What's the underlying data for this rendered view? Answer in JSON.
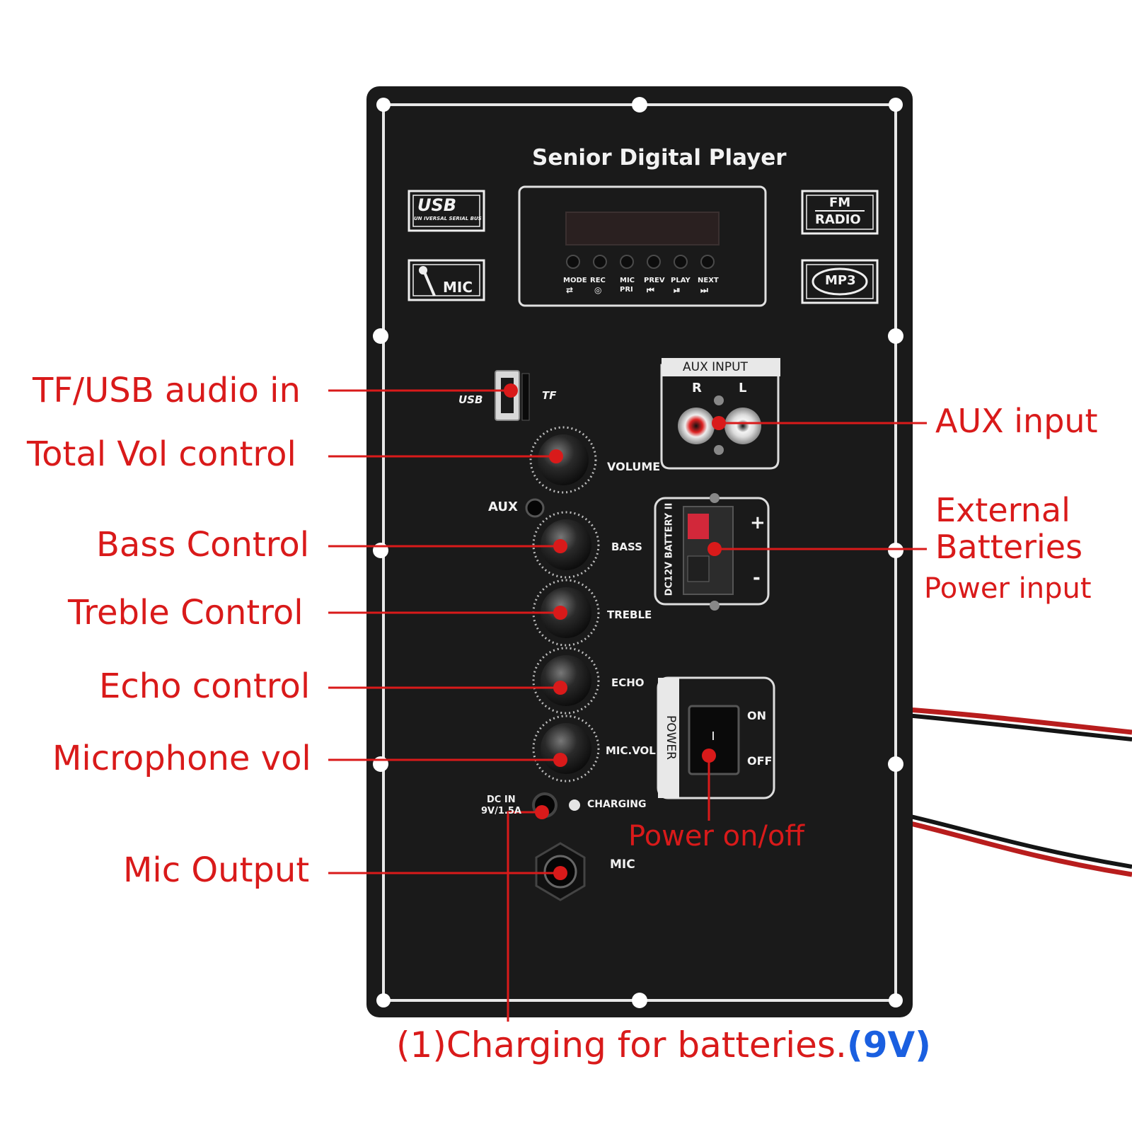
{
  "panel": {
    "title": "Senior Digital Player",
    "badges": {
      "usb_main": "USB",
      "usb_sub": "UN IVERSAL SERIAL BUS",
      "mic": "MIC",
      "fm": "FM",
      "radio": "RADIO",
      "mp3": "MP3"
    },
    "display_buttons": [
      {
        "label": "MODE",
        "symbol": "⇄"
      },
      {
        "label": "REC",
        "symbol": "◎"
      },
      {
        "label": "MIC",
        "symbol": "PRI"
      },
      {
        "label": "PREV",
        "symbol": "⏮"
      },
      {
        "label": "PLAY",
        "symbol": "⏯"
      },
      {
        "label": "NEXT",
        "symbol": "⏭"
      }
    ],
    "port_labels": {
      "usb": "USB",
      "tf": "TF",
      "aux_input": "AUX INPUT",
      "r": "R",
      "l": "L",
      "aux": "AUX",
      "battery": "DC12V BATTERY II",
      "plus": "+",
      "minus": "-",
      "power": "POWER",
      "on": "ON",
      "off": "OFF",
      "dc_in_1": "DC IN",
      "dc_in_2": "9V/1.5A",
      "charging": "CHARGING",
      "mic": "MIC"
    },
    "knobs": [
      {
        "label": "VOLUME"
      },
      {
        "label": "BASS"
      },
      {
        "label": "TREBLE"
      },
      {
        "label": "ECHO"
      },
      {
        "label": "MIC.VOL"
      }
    ]
  },
  "callouts": {
    "tf_usb": "TF/USB audio in",
    "total_vol": "Total Vol control",
    "bass": "Bass Control",
    "treble": "Treble Control",
    "echo": "Echo control",
    "mic_vol": "Microphone vol",
    "mic_output": "Mic Output",
    "aux": "AUX input",
    "ext_1": "External",
    "ext_2": "Batteries",
    "ext_3": "Power input",
    "power": "Power on/off",
    "charging": "(1)Charging for batteries.",
    "charging_volt": "(9V)"
  },
  "colors": {
    "callout_red": "#d91a1a",
    "highlight_blue": "#1a5fe0",
    "panel_black": "#1a1a1a"
  }
}
